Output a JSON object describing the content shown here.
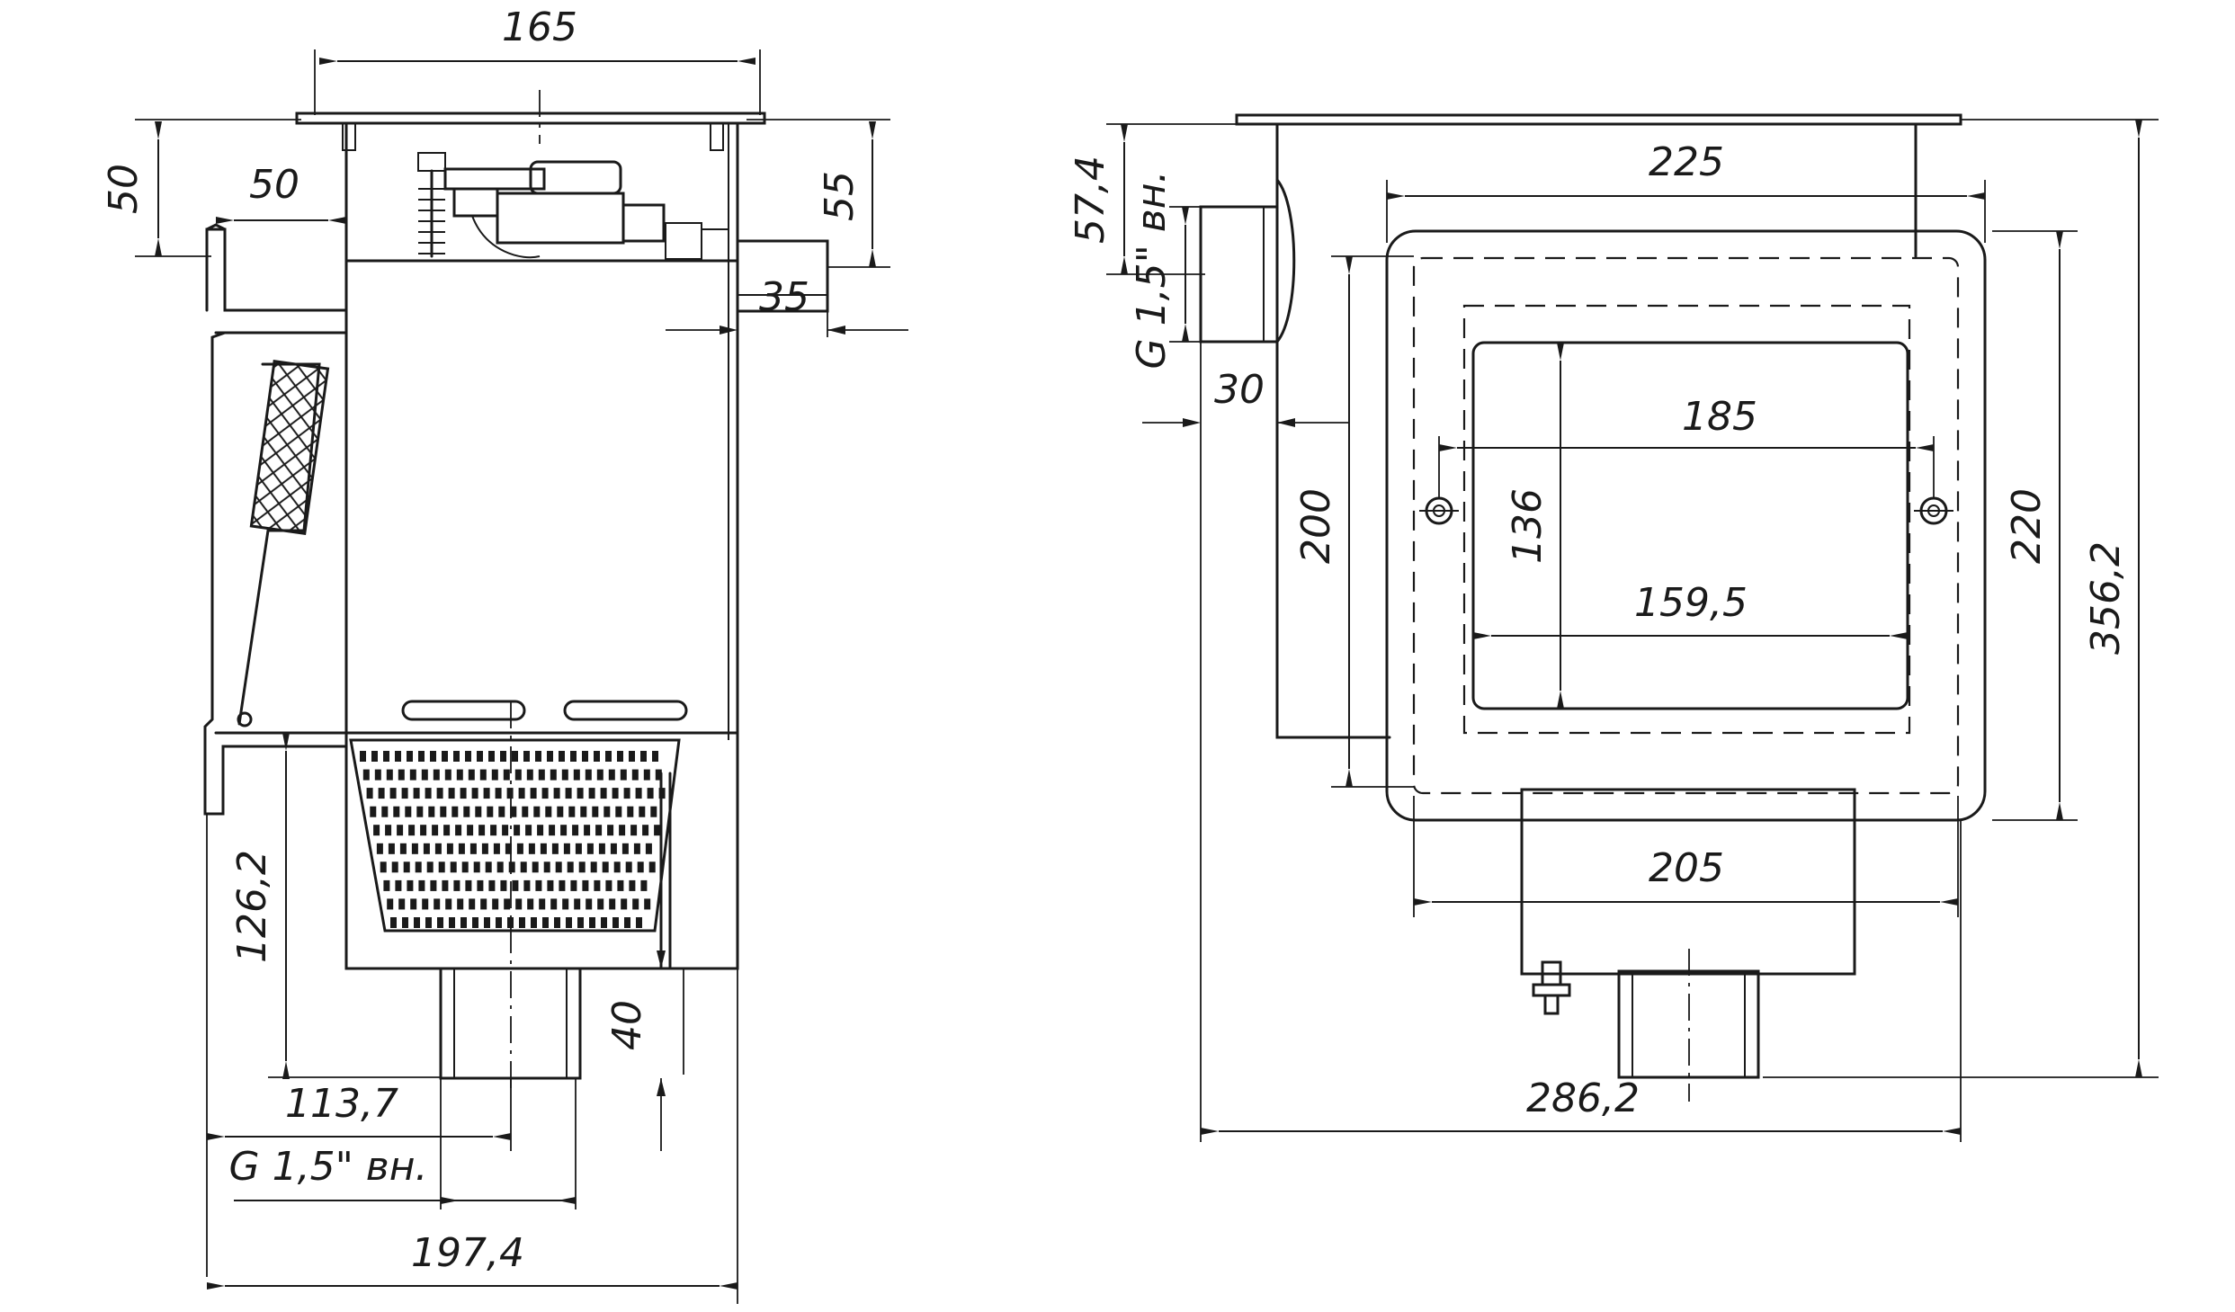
{
  "side_view": {
    "dims": {
      "top_width": "165",
      "flange_height": "50",
      "throat_depth": "50",
      "right_pipe_height": "55",
      "right_pipe_depth": "35",
      "basket_height": "126,2",
      "bottom_pipe_length": "40",
      "axis_offset": "113,7",
      "thread": "G 1,5\" вн.",
      "overall_width": "197,4"
    }
  },
  "front_view": {
    "dims": {
      "flange_width": "225",
      "side_pipe_height": "57,4",
      "side_thread": "G 1,5\" вн.",
      "side_pipe_offset": "30",
      "opening_height": "200",
      "hole_spacing": "185",
      "window_height": "136",
      "window_width": "159,5",
      "flange_height": "220",
      "overall_height": "356,2",
      "body_width": "205",
      "overall_width": "286,2"
    }
  }
}
